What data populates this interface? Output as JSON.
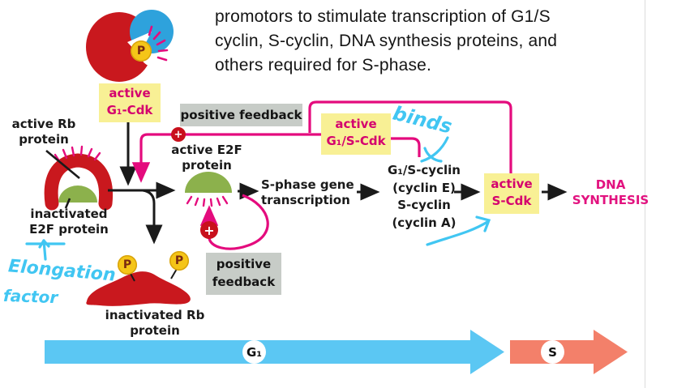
{
  "paragraph": {
    "lines": [
      "promotors to stimulate transcription of G1/S",
      "cyclin, S-cyclin, DNA synthesis proteins, and",
      "others required for S-phase."
    ]
  },
  "diagram": {
    "active_g1_cdk": {
      "line1": "active",
      "line2": "G₁-Cdk"
    },
    "active_rb": {
      "line1": "active Rb",
      "line2": "protein"
    },
    "inactivated_e2f": {
      "line1": "inactivated",
      "line2": "E2F protein"
    },
    "positive_feedback_top": "positive feedback",
    "active_g1s_cdk": {
      "line1": "active",
      "line2": "G₁/S-Cdk"
    },
    "active_e2f": {
      "line1": "active E2F",
      "line2": "protein"
    },
    "sphase": {
      "line1": "S-phase gene",
      "line2": "transcription"
    },
    "cyclins": {
      "line1": "G₁/S-cyclin",
      "line2": "(cyclin E)",
      "line3": "S-cyclin",
      "line4": "(cyclin A)"
    },
    "active_s_cdk": {
      "line1": "active",
      "line2": "S-Cdk"
    },
    "dna_synthesis": {
      "line1": "DNA",
      "line2": "SYNTHESIS"
    },
    "positive_feedback_bottom": {
      "line1": "positive",
      "line2": "feedback"
    },
    "inactivated_rb": {
      "line1": "inactivated Rb",
      "line2": "protein"
    },
    "plus_sign": "+",
    "phosphate_letter": "P"
  },
  "annotations": {
    "binds": "binds",
    "elongation": "Elongation",
    "factor": "factor"
  },
  "timeline": {
    "g1_label": "G₁",
    "s_label": "S"
  },
  "colors": {
    "magenta_line": "#e40b7d",
    "magenta_text": "#d4006e",
    "yellow_box": "#f8f095",
    "gray_box": "#c7ccc7",
    "red_protein": "#c9181e",
    "green_protein": "#8cb14c",
    "blue_cdk": "#2ea2dc",
    "phosphate_yellow": "#f5c518",
    "cyan_ink": "#41c6f2",
    "g1_arrow": "#5bc7f3",
    "s_arrow": "#f3806a"
  }
}
